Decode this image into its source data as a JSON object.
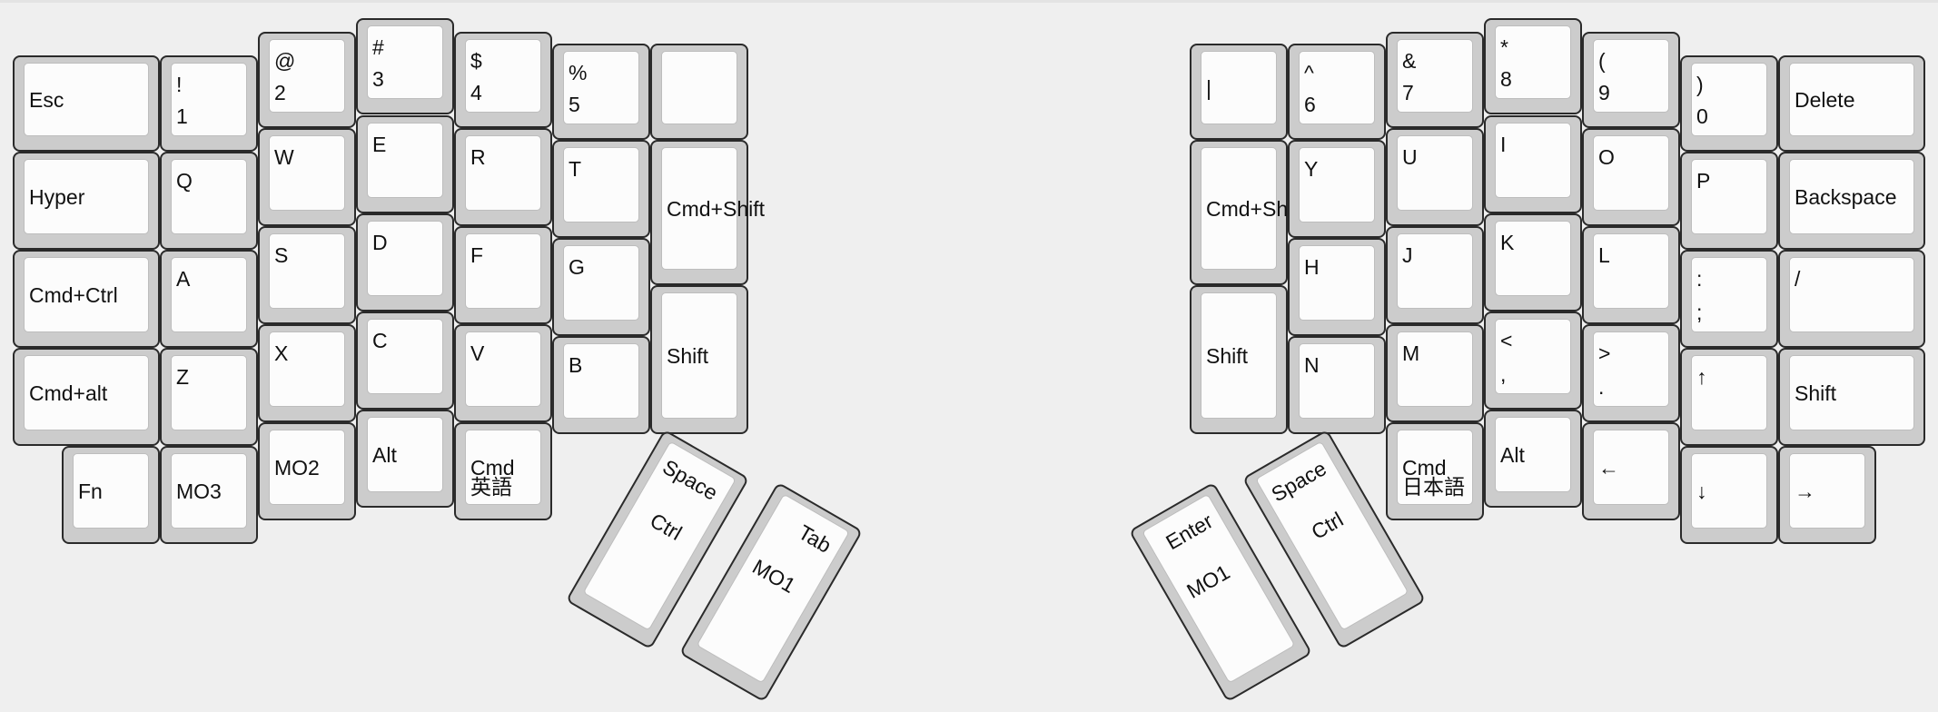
{
  "keyboard": {
    "keys": [
      {
        "id": "esc",
        "labels": [
          "Esc"
        ]
      },
      {
        "id": "1",
        "labels": [
          "!",
          "1"
        ]
      },
      {
        "id": "2",
        "labels": [
          "@",
          "2"
        ]
      },
      {
        "id": "3",
        "labels": [
          "#",
          "3"
        ]
      },
      {
        "id": "4",
        "labels": [
          "$",
          "4"
        ]
      },
      {
        "id": "5",
        "labels": [
          "%",
          "5"
        ]
      },
      {
        "id": "blank-left",
        "labels": []
      },
      {
        "id": "hyper",
        "labels": [
          "Hyper"
        ]
      },
      {
        "id": "q",
        "labels": [
          "Q"
        ]
      },
      {
        "id": "w",
        "labels": [
          "W"
        ]
      },
      {
        "id": "e",
        "labels": [
          "E"
        ]
      },
      {
        "id": "r",
        "labels": [
          "R"
        ]
      },
      {
        "id": "t",
        "labels": [
          "T"
        ]
      },
      {
        "id": "cmd-shift-left",
        "labels": [
          "Cmd+Shift"
        ]
      },
      {
        "id": "cmd-ctrl",
        "labels": [
          "Cmd+Ctrl"
        ]
      },
      {
        "id": "a",
        "labels": [
          "A"
        ]
      },
      {
        "id": "s",
        "labels": [
          "S"
        ]
      },
      {
        "id": "d",
        "labels": [
          "D"
        ]
      },
      {
        "id": "f",
        "labels": [
          "F"
        ]
      },
      {
        "id": "g",
        "labels": [
          "G"
        ]
      },
      {
        "id": "cmd-alt",
        "labels": [
          "Cmd+alt"
        ]
      },
      {
        "id": "z",
        "labels": [
          "Z"
        ]
      },
      {
        "id": "x",
        "labels": [
          "X"
        ]
      },
      {
        "id": "c",
        "labels": [
          "C"
        ]
      },
      {
        "id": "v",
        "labels": [
          "V"
        ]
      },
      {
        "id": "b",
        "labels": [
          "B"
        ]
      },
      {
        "id": "shift-left-thumb",
        "labels": [
          "Shift"
        ]
      },
      {
        "id": "fn",
        "labels": [
          "Fn"
        ]
      },
      {
        "id": "mo3",
        "labels": [
          "MO3"
        ]
      },
      {
        "id": "mo2",
        "labels": [
          "MO2"
        ]
      },
      {
        "id": "alt-left",
        "labels": [
          "Alt"
        ]
      },
      {
        "id": "cmd-eisu",
        "labels": [
          "Cmd",
          "英語"
        ]
      },
      {
        "id": "space-ctrl-left",
        "labels": [
          "Space",
          "Ctrl"
        ]
      },
      {
        "id": "tab-mo1",
        "labels": [
          "Tab",
          "MO1"
        ]
      },
      {
        "id": "pipe",
        "labels": [
          "|"
        ]
      },
      {
        "id": "6",
        "labels": [
          "^",
          "6"
        ]
      },
      {
        "id": "7",
        "labels": [
          "&",
          "7"
        ]
      },
      {
        "id": "8",
        "labels": [
          "*",
          "8"
        ]
      },
      {
        "id": "9",
        "labels": [
          "(",
          "9"
        ]
      },
      {
        "id": "0",
        "labels": [
          ")",
          "0"
        ]
      },
      {
        "id": "delete",
        "labels": [
          "Delete"
        ]
      },
      {
        "id": "cmd-shift-right",
        "labels": [
          "Cmd+Shift"
        ]
      },
      {
        "id": "y",
        "labels": [
          "Y"
        ]
      },
      {
        "id": "u",
        "labels": [
          "U"
        ]
      },
      {
        "id": "i",
        "labels": [
          "I"
        ]
      },
      {
        "id": "o",
        "labels": [
          "O"
        ]
      },
      {
        "id": "p",
        "labels": [
          "P"
        ]
      },
      {
        "id": "backspace",
        "labels": [
          "Backspace"
        ]
      },
      {
        "id": "h",
        "labels": [
          "H"
        ]
      },
      {
        "id": "j",
        "labels": [
          "J"
        ]
      },
      {
        "id": "k",
        "labels": [
          "K"
        ]
      },
      {
        "id": "l",
        "labels": [
          "L"
        ]
      },
      {
        "id": "semicolon",
        "labels": [
          ":",
          ";"
        ]
      },
      {
        "id": "slash",
        "labels": [
          "/"
        ]
      },
      {
        "id": "shift-right-thumb",
        "labels": [
          "Shift"
        ]
      },
      {
        "id": "n",
        "labels": [
          "N"
        ]
      },
      {
        "id": "m",
        "labels": [
          "M"
        ]
      },
      {
        "id": "comma",
        "labels": [
          "<",
          ","
        ]
      },
      {
        "id": "period",
        "labels": [
          ">",
          "."
        ]
      },
      {
        "id": "up",
        "labels": [
          "↑"
        ]
      },
      {
        "id": "shift-right",
        "labels": [
          "Shift"
        ]
      },
      {
        "id": "cmd-kana",
        "labels": [
          "Cmd",
          "日本語"
        ]
      },
      {
        "id": "alt-right",
        "labels": [
          "Alt"
        ]
      },
      {
        "id": "left",
        "labels": [
          "←"
        ]
      },
      {
        "id": "down",
        "labels": [
          "↓"
        ]
      },
      {
        "id": "right",
        "labels": [
          "→"
        ]
      },
      {
        "id": "enter-mo1",
        "labels": [
          "Enter",
          "MO1"
        ]
      },
      {
        "id": "space-ctrl-right",
        "labels": [
          "Space",
          "Ctrl"
        ]
      }
    ]
  }
}
